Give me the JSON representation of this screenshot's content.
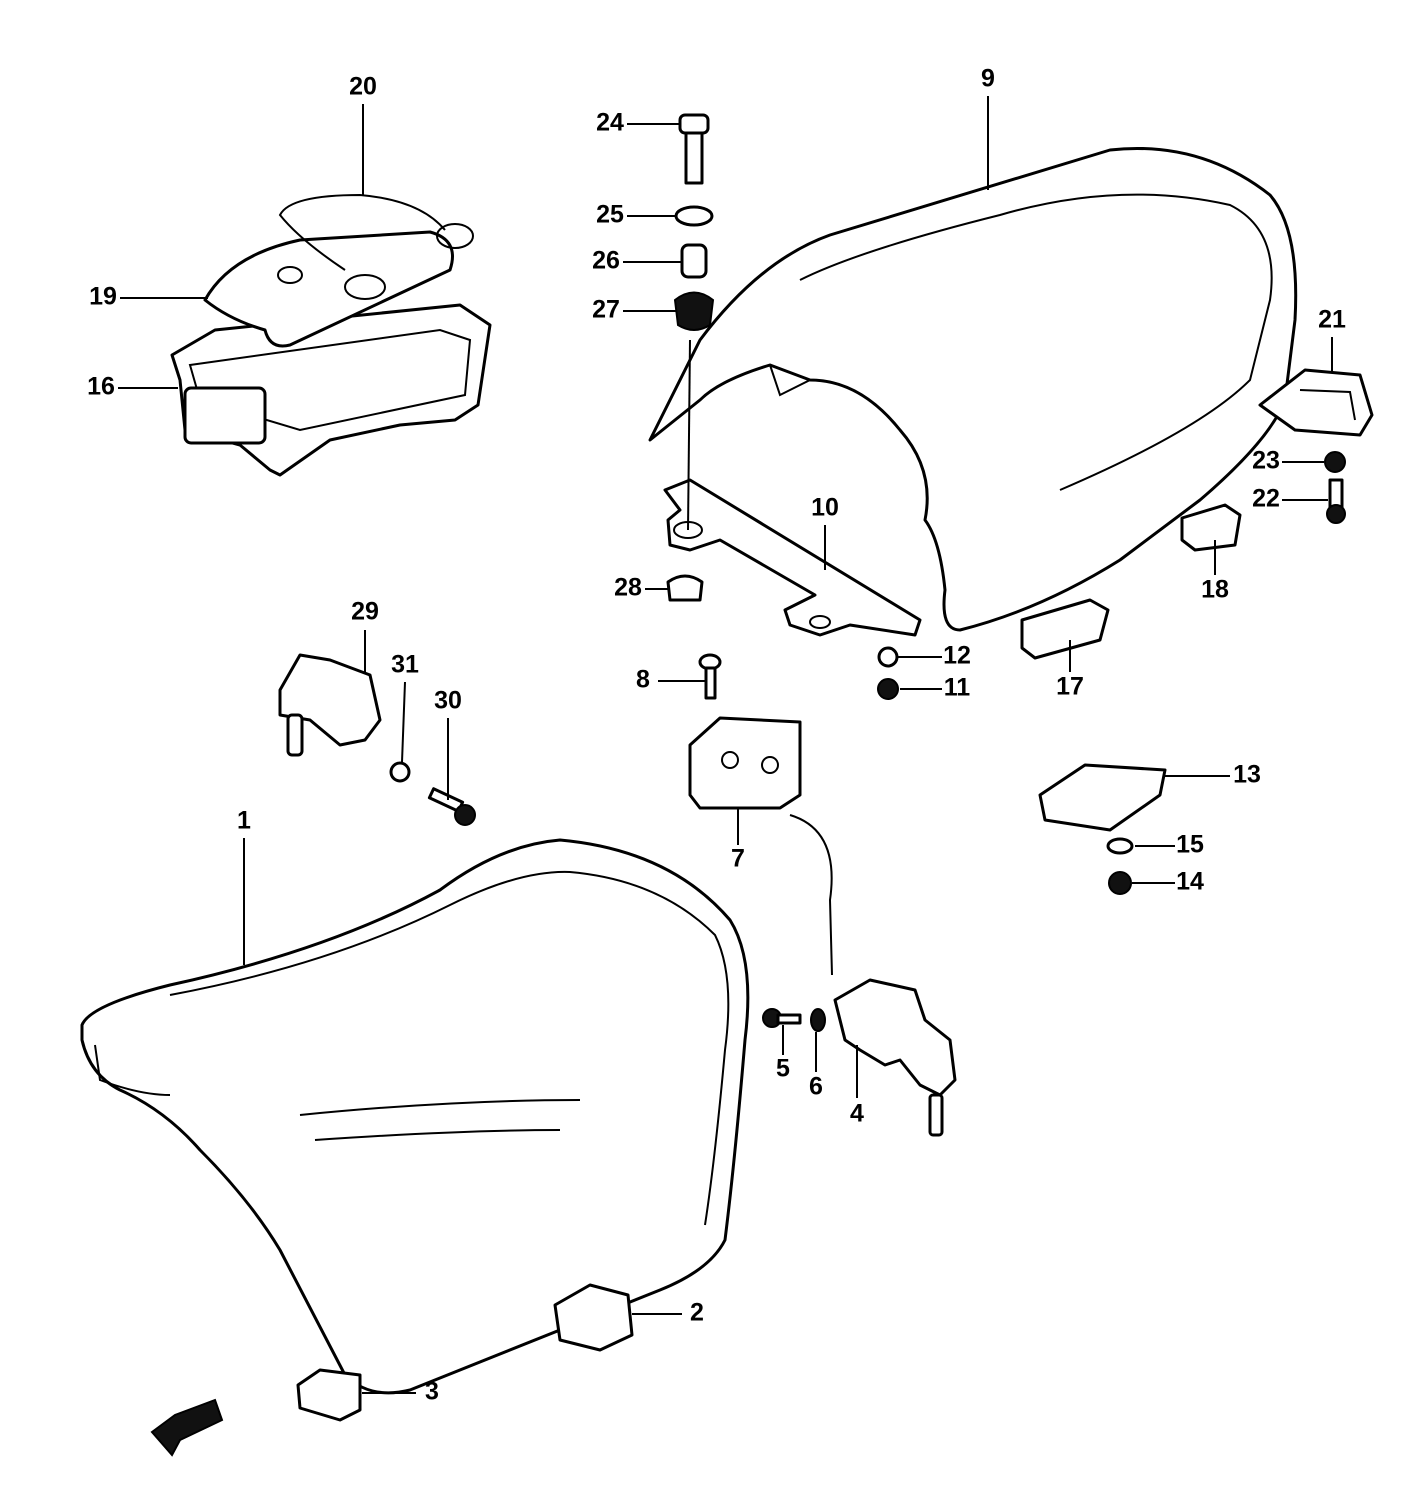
{
  "diagram": {
    "type": "exploded parts diagram",
    "labels": [
      "1",
      "2",
      "3",
      "4",
      "5",
      "6",
      "7",
      "8",
      "9",
      "10",
      "11",
      "12",
      "13",
      "14",
      "15",
      "16",
      "17",
      "18",
      "19",
      "20",
      "21",
      "22",
      "23",
      "24",
      "25",
      "26",
      "27",
      "28",
      "29",
      "30",
      "31"
    ]
  }
}
